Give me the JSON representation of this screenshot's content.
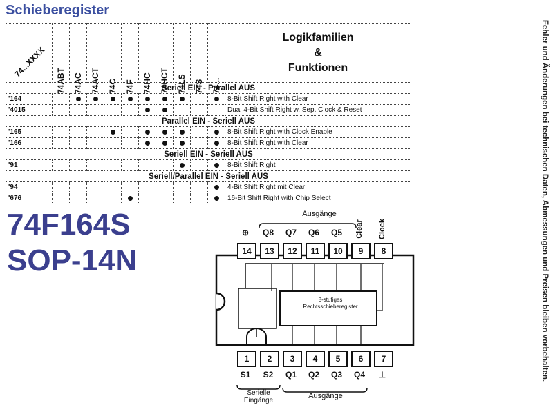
{
  "heading": "Schieberegister",
  "sidenote": "Fehler und Änderungen bei technischen Daten, Abmessungen und Preisen bleiben vorbehalten.",
  "part_number": "74F164S",
  "package": "SOP-14N",
  "table": {
    "corner_label": "74...XXXX",
    "columns": [
      "74ABT",
      "74AC",
      "74ACT",
      "74C",
      "74F",
      "74HC",
      "74HCT",
      "74LS",
      "74S",
      "74..."
    ],
    "function_header": [
      "Logikfamilien",
      "&",
      "Funktionen"
    ],
    "sections": [
      {
        "title": "Seriell EIN - Parallel AUS",
        "rows": [
          {
            "part": "'164",
            "marks": [
              0,
              1,
              1,
              1,
              1,
              1,
              1,
              1,
              0,
              1
            ],
            "desc": "8-Bit Shift Right with Clear"
          },
          {
            "part": "'4015",
            "marks": [
              0,
              0,
              0,
              0,
              0,
              1,
              1,
              0,
              0,
              0
            ],
            "desc": "Dual 4-Bit Shift Right w. Sep. Clock & Reset"
          }
        ]
      },
      {
        "title": "Parallel EIN - Seriell AUS",
        "rows": [
          {
            "part": "'165",
            "marks": [
              0,
              0,
              0,
              1,
              0,
              1,
              1,
              1,
              0,
              1
            ],
            "desc": "8-Bit Shift Right with Clock Enable"
          },
          {
            "part": "'166",
            "marks": [
              0,
              0,
              0,
              0,
              0,
              1,
              1,
              1,
              0,
              1
            ],
            "desc": "8-Bit Shift Right with Clear"
          }
        ]
      },
      {
        "title": "Seriell EIN - Seriell AUS",
        "rows": [
          {
            "part": "'91",
            "marks": [
              0,
              0,
              0,
              0,
              0,
              0,
              0,
              1,
              0,
              1
            ],
            "desc": "8-Bit Shift Right"
          }
        ]
      },
      {
        "title": "Seriell/Parallel EIN - Seriell AUS",
        "rows": [
          {
            "part": "'94",
            "marks": [
              0,
              0,
              0,
              0,
              0,
              0,
              0,
              0,
              0,
              1
            ],
            "desc": "4-Bit Shift Right mit Clear"
          },
          {
            "part": "'676",
            "marks": [
              0,
              0,
              0,
              0,
              1,
              0,
              0,
              0,
              0,
              1
            ],
            "desc": "16-Bit Shift Right with Chip Select"
          }
        ]
      }
    ]
  },
  "diagram": {
    "top_group_label": "Ausgänge",
    "bottom_outputs_label": "Ausgänge",
    "bottom_inputs_label": [
      "Serielle",
      "Eingänge"
    ],
    "block_label": [
      "8-stufiges",
      "Rechtsschieberegister"
    ],
    "top_pins": [
      {
        "num": "14",
        "label": "⊕"
      },
      {
        "num": "13",
        "label": "Q8"
      },
      {
        "num": "12",
        "label": "Q7"
      },
      {
        "num": "11",
        "label": "Q6"
      },
      {
        "num": "10",
        "label": "Q5"
      },
      {
        "num": "9",
        "label": "Clear"
      },
      {
        "num": "8",
        "label": "Clock"
      }
    ],
    "bottom_pins": [
      {
        "num": "1",
        "label": "S1"
      },
      {
        "num": "2",
        "label": "S2"
      },
      {
        "num": "3",
        "label": "Q1"
      },
      {
        "num": "4",
        "label": "Q2"
      },
      {
        "num": "5",
        "label": "Q3"
      },
      {
        "num": "6",
        "label": "Q4"
      },
      {
        "num": "7",
        "label": "⊥"
      }
    ]
  }
}
